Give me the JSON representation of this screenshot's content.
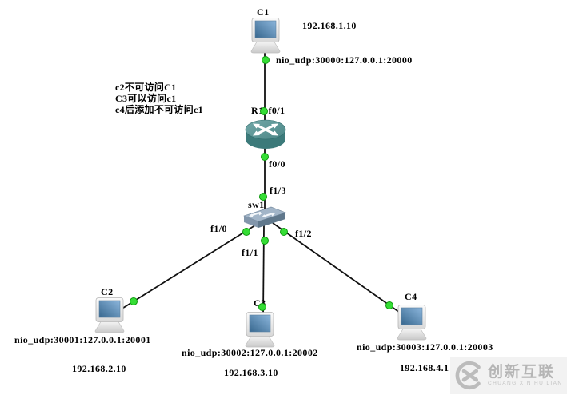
{
  "nodes": {
    "c1": {
      "name": "C1",
      "ip": "192.168.1.10",
      "nio": "nio_udp:30000:127.0.0.1:20000"
    },
    "c2": {
      "name": "C2",
      "ip": "192.168.2.10",
      "nio": "nio_udp:30001:127.0.0.1:20001"
    },
    "c3": {
      "name": "C3",
      "ip": "192.168.3.10",
      "nio": "nio_udp:30002:127.0.0.1:20002"
    },
    "c4": {
      "name": "C4",
      "ip": "192.168.4.1",
      "nio": "nio_udp:30003:127.0.0.1:20003"
    },
    "r1": {
      "name": "R1",
      "port_up": "f0/1",
      "port_down": "f0/0"
    },
    "sw1": {
      "name": "sw1",
      "port_up": "f1/3",
      "port_left": "f1/0",
      "port_down": "f1/1",
      "port_right": "f1/2"
    }
  },
  "annotation": {
    "line1": "c2不可访问C1",
    "line2": "C3可以访问c1",
    "line3": "c4后添加不可访问c1"
  },
  "watermark": {
    "title": "创新互联",
    "subtitle": "CHUANG XIN HU LIAN"
  },
  "colors": {
    "link": "#111111",
    "port_dot": "#35dd35",
    "port_dot_edge": "#0d9b0d",
    "router_body": "#4e8f8f",
    "switch_body": "#7b90a6",
    "pc_screen": "#4d7ca9",
    "watermark_gray": "#b9b9b9"
  }
}
